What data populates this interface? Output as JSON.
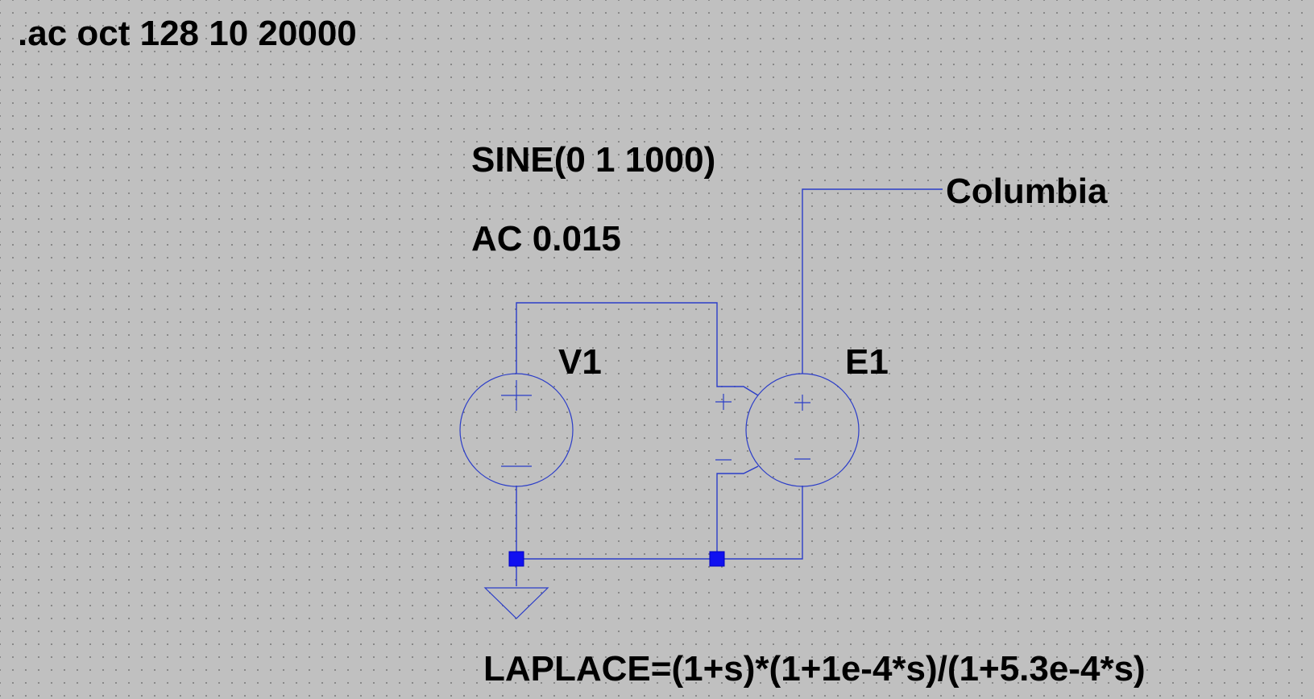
{
  "directive": ".ac oct 128 10 20000",
  "source_v1": {
    "name": "V1",
    "value_line1": "SINE(0 1 1000)",
    "value_line2": "AC 0.015"
  },
  "source_e1": {
    "name": "E1",
    "value": "LAPLACE=(1+s)*(1+1e-4*s)/(1+5.3e-4*s)"
  },
  "net_label": "Columbia",
  "colors": {
    "background": "#c0c0c0",
    "wire": "#2b3dc8",
    "junction": "#1010f0",
    "text": "#000000"
  }
}
